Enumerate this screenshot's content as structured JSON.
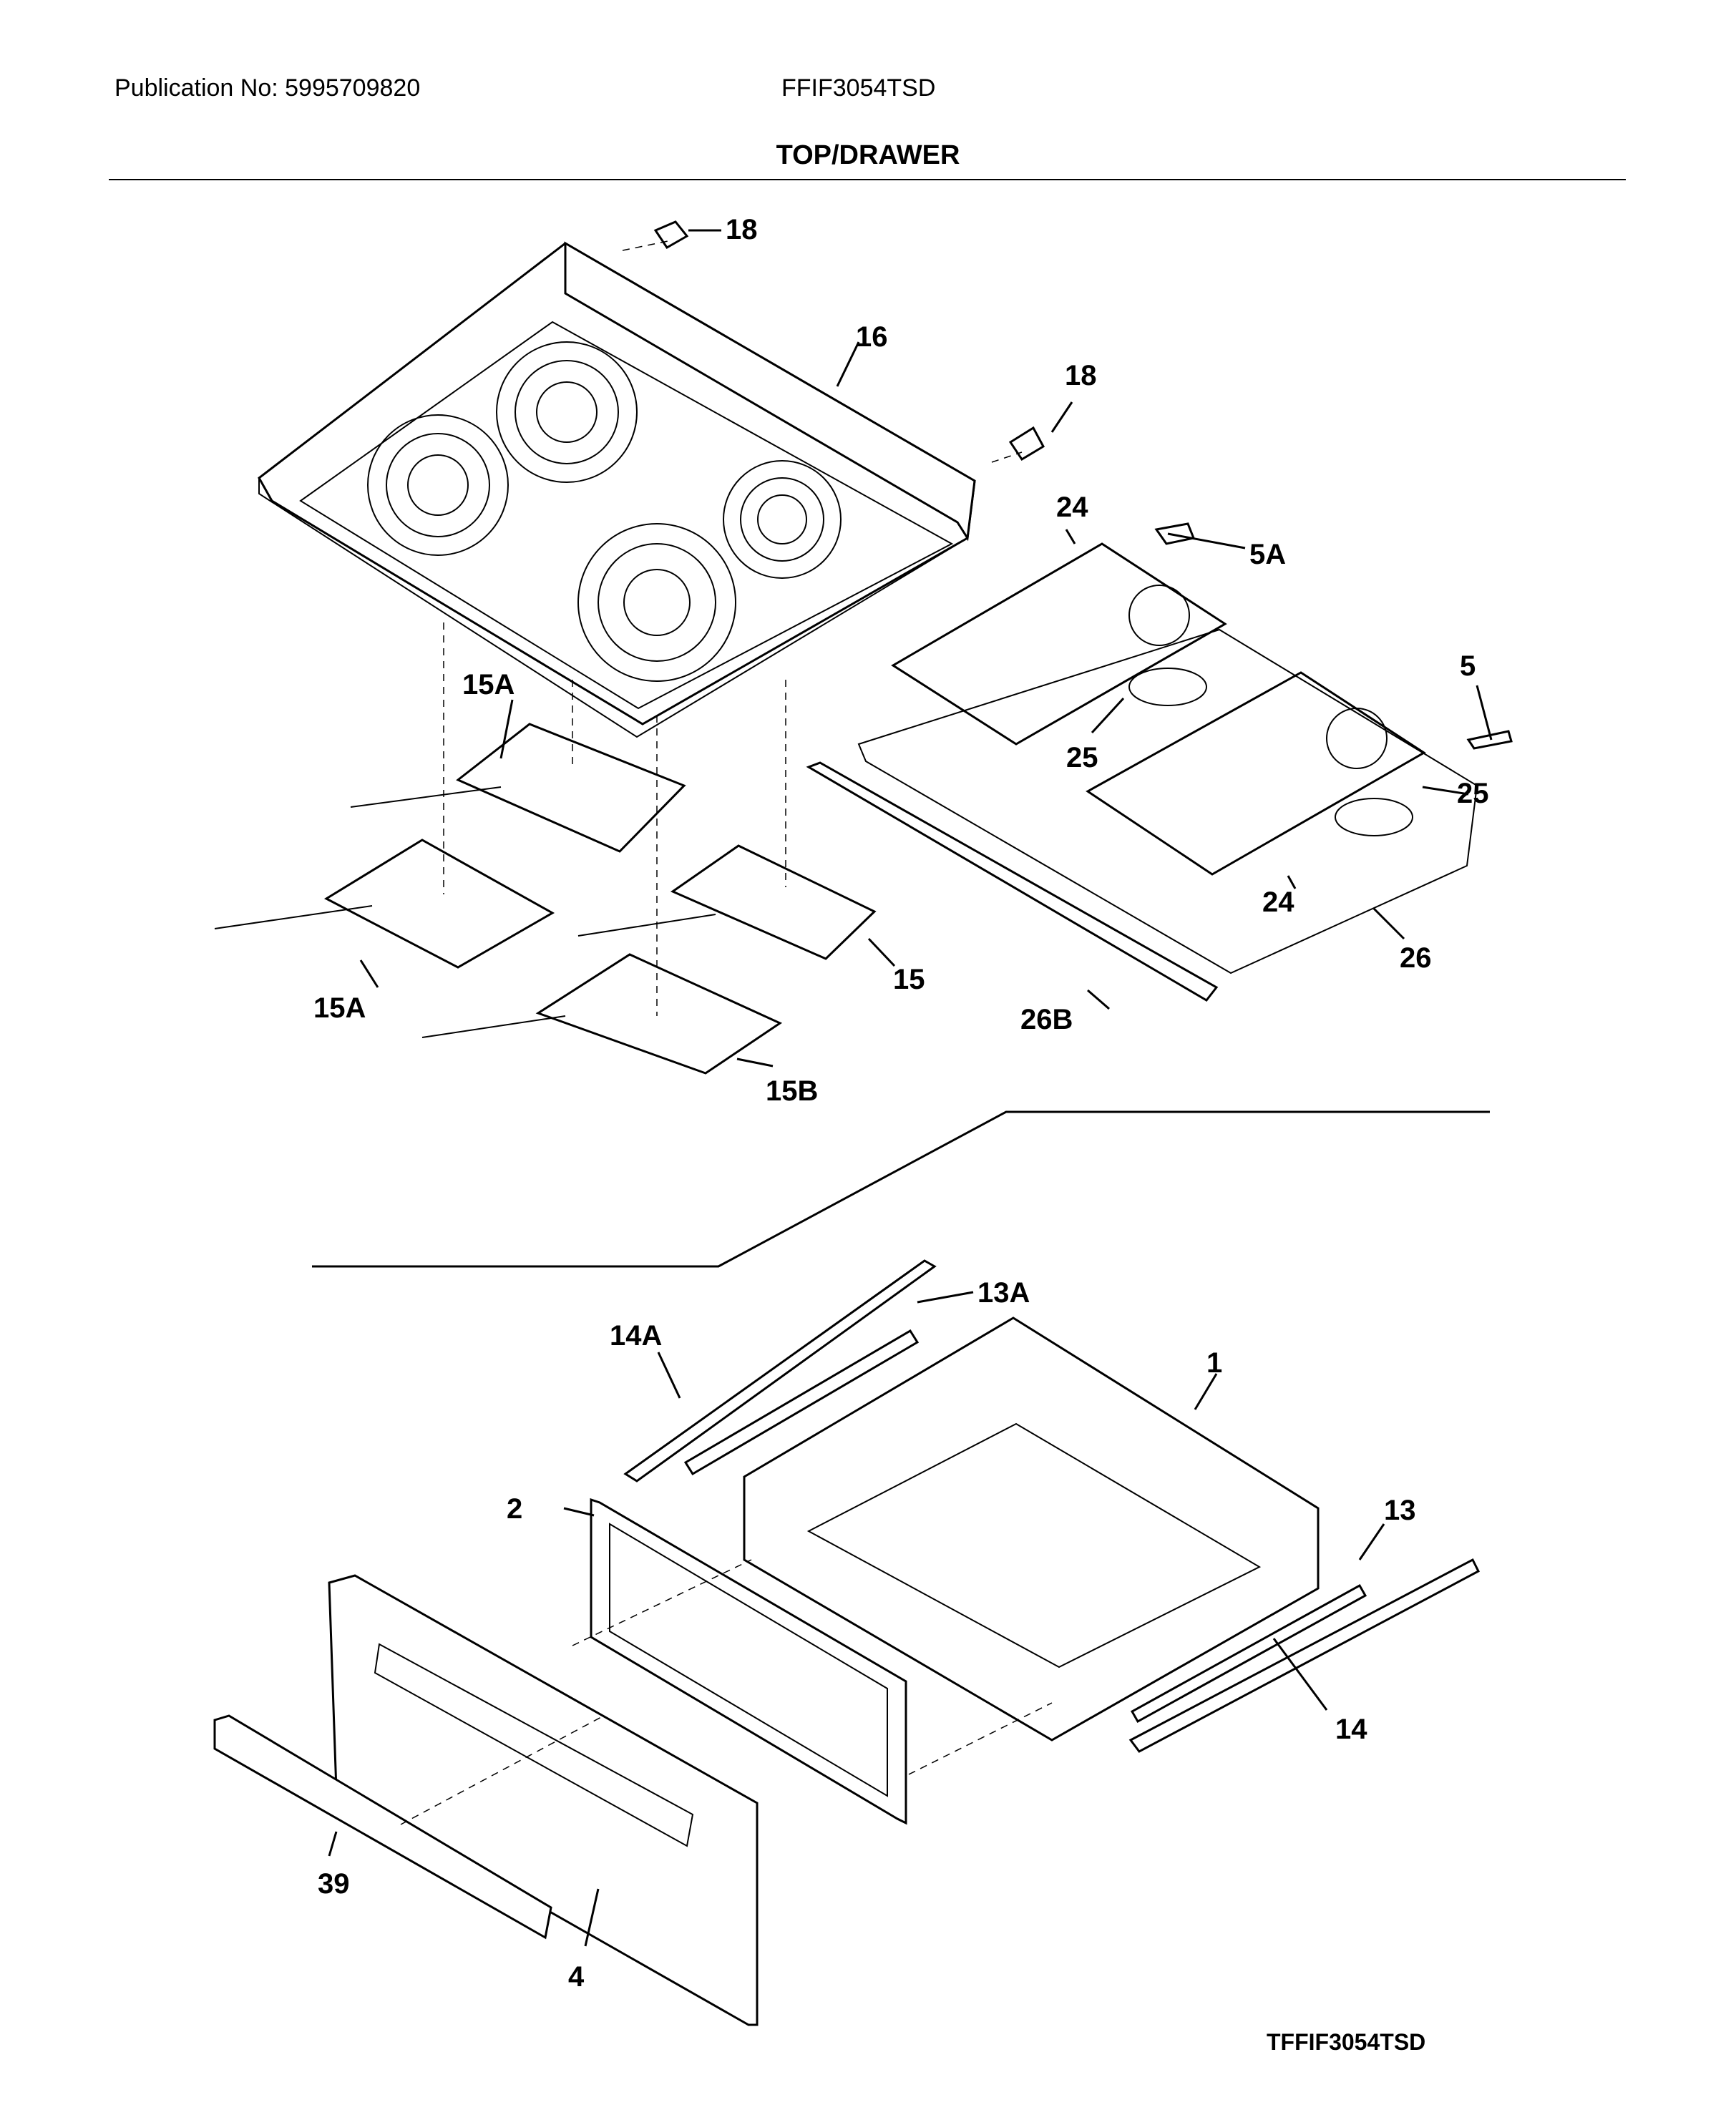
{
  "header": {
    "publication": "Publication No: 5995709820",
    "model": "FFIF3054TSD",
    "section_title": "TOP/DRAWER"
  },
  "footer": {
    "code": "TFFIF3054TSD"
  },
  "callouts": {
    "c18a": "18",
    "c16": "16",
    "c18b": "18",
    "c24a": "24",
    "c5a": "5A",
    "c5": "5",
    "c15a_top": "15A",
    "c25a": "25",
    "c25b": "25",
    "c24b": "24",
    "c26": "26",
    "c15a_bottom": "15A",
    "c15": "15",
    "c26b": "26B",
    "c15b": "15B",
    "c13a": "13A",
    "c14a": "14A",
    "c1": "1",
    "c2": "2",
    "c13": "13",
    "c14": "14",
    "c39": "39",
    "c4": "4"
  }
}
